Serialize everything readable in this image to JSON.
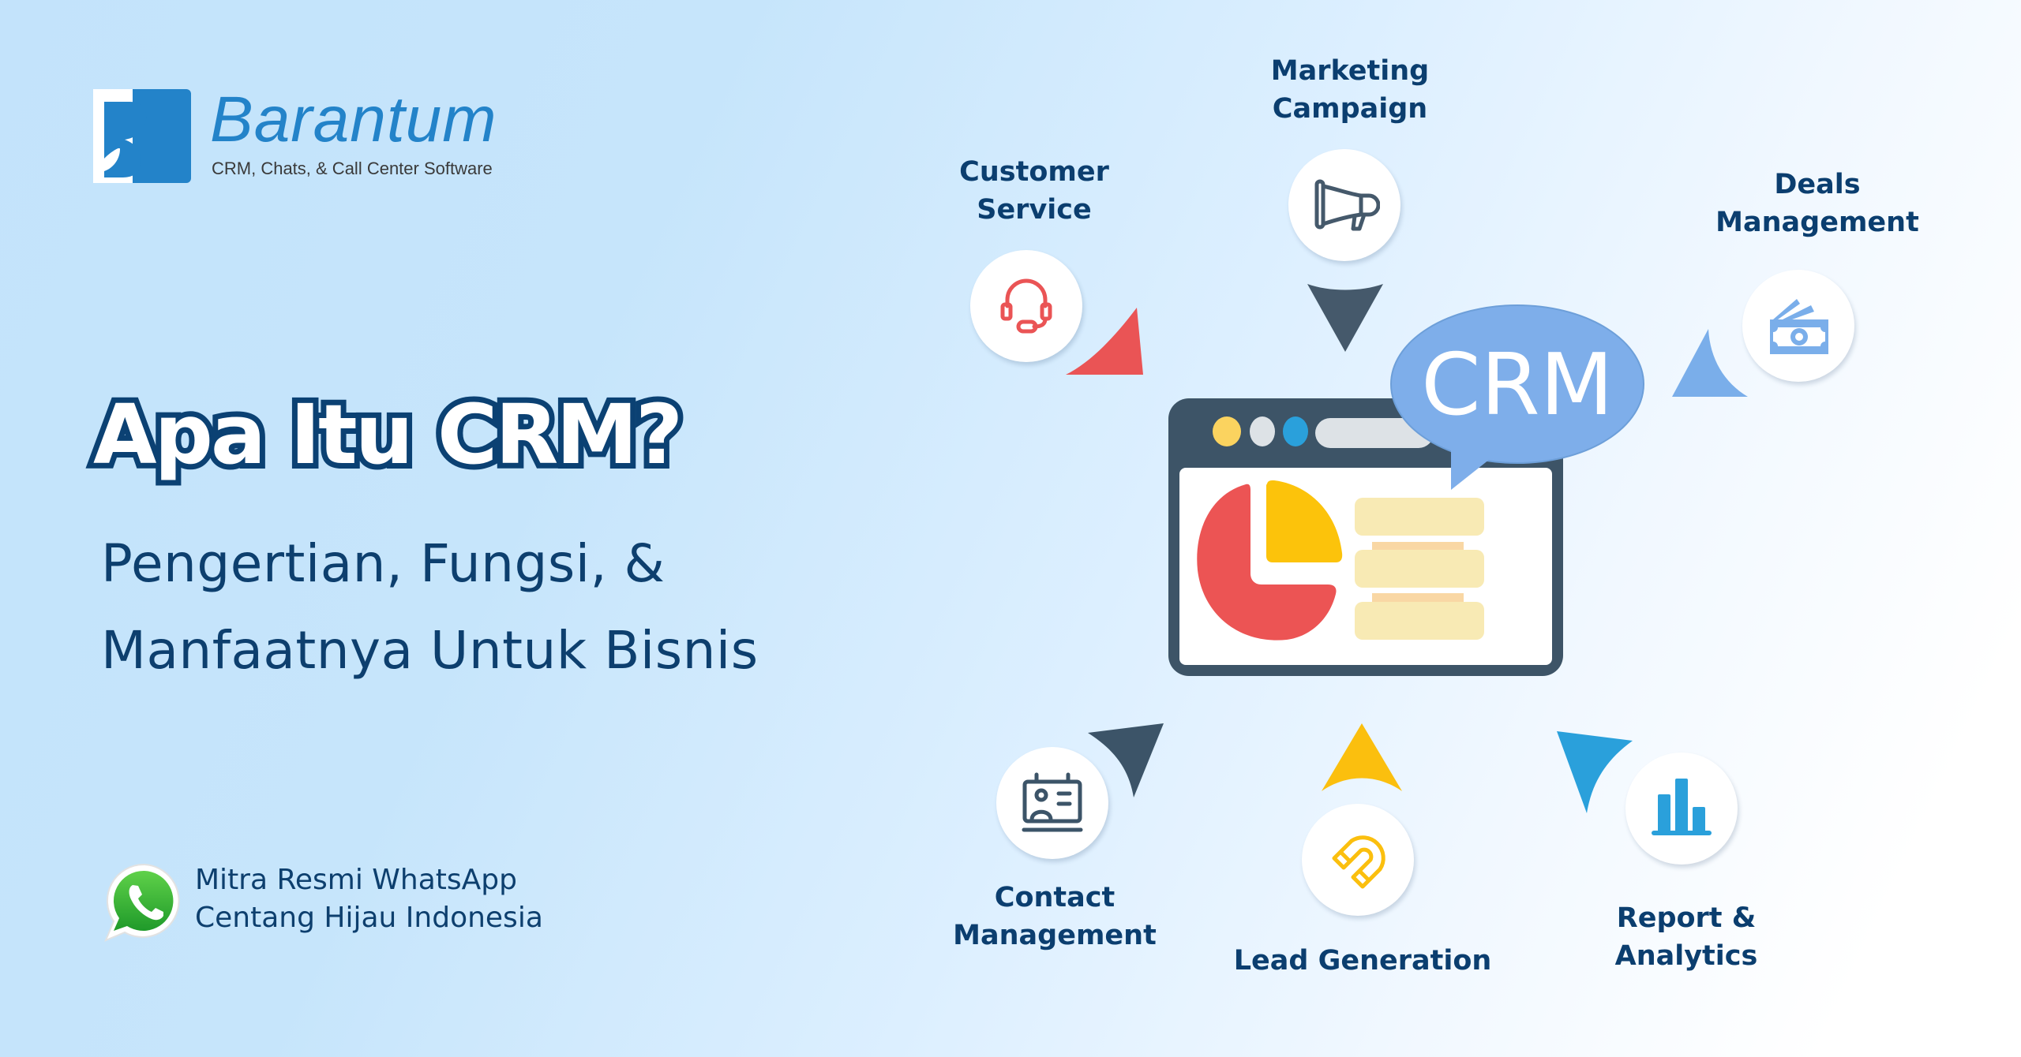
{
  "brand": {
    "name": "Barantum",
    "tagline": "CRM, Chats, & Call Center Software",
    "color": "#2383c9"
  },
  "hero": {
    "title": "Apa Itu CRM?",
    "subtitle_line1": "Pengertian, Fungsi, &",
    "subtitle_line2": "Manfaatnya Untuk Bisnis"
  },
  "whatsapp": {
    "icon": "whatsapp-icon",
    "line1": "Mitra Resmi WhatsApp",
    "line2": "Centang Hijau Indonesia"
  },
  "diagram": {
    "center_label": "CRM",
    "features": [
      {
        "id": "customer-service",
        "line1": "Customer",
        "line2": "Service",
        "icon": "headset-icon",
        "color": "#ea5455"
      },
      {
        "id": "marketing-campaign",
        "line1": "Marketing",
        "line2": "Campaign",
        "icon": "megaphone-icon",
        "color": "#45596b"
      },
      {
        "id": "deals-management",
        "line1": "Deals",
        "line2": "Management",
        "icon": "money-icon",
        "color": "#7aaeea"
      },
      {
        "id": "contact-management",
        "line1": "Contact",
        "line2": "Management",
        "icon": "contact-card-icon",
        "color": "#3c5468"
      },
      {
        "id": "lead-generation",
        "line1": "Lead Generation",
        "line2": "",
        "icon": "magnet-icon",
        "color": "#fbbf0e"
      },
      {
        "id": "report-analytics",
        "line1": "Report &",
        "line2": "Analytics",
        "icon": "bar-chart-icon",
        "color": "#2aa0db"
      }
    ]
  },
  "colors": {
    "navy": "#0b3e6f",
    "bg_light_blue": "#c3e3fb",
    "window_frame": "#3d5467",
    "pie_red": "#ec5454",
    "pie_yellow": "#fcc30b",
    "bubble_blue": "#7eaeea"
  }
}
